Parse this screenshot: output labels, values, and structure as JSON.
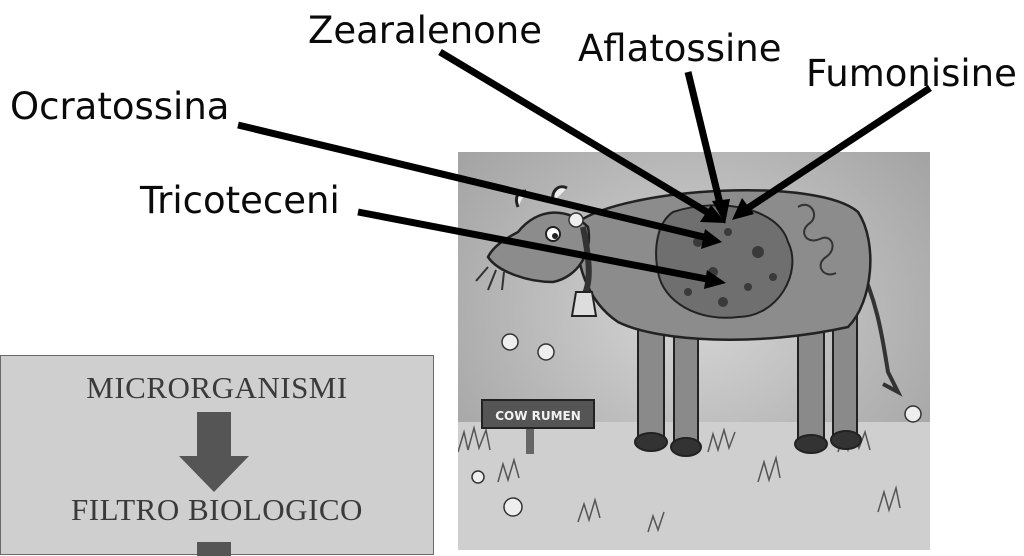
{
  "labels": {
    "zearalenone": "Zearalenone",
    "aflatossine": "Aflatossine",
    "fumonisine": "Fumonisine",
    "ocratossina": "Ocratossina",
    "tricoteceni": "Tricoteceni"
  },
  "sign": {
    "text": "COW RUMEN"
  },
  "flow": {
    "steps": [
      "MICRORGANISMI",
      "FILTRO BIOLOGICO"
    ]
  }
}
